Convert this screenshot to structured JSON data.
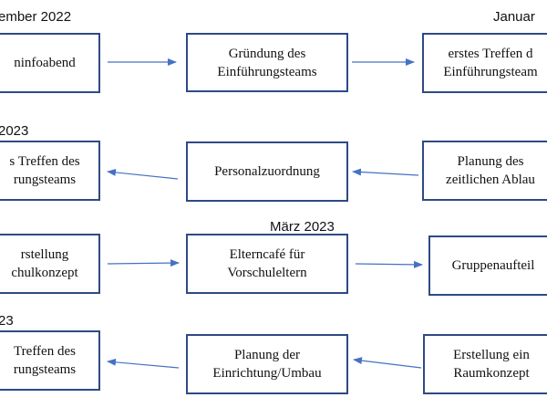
{
  "dates": {
    "row1_left": "ember 2022",
    "row1_right": "Januar",
    "row2_left": "2023",
    "row3_mid": "März 2023",
    "row4_left": "23"
  },
  "boxes": {
    "r1c1": [
      "ninfoabend"
    ],
    "r1c2": [
      "Gründung des",
      "Einführungsteams"
    ],
    "r1c3": [
      "erstes Treffen d",
      "Einführungsteam"
    ],
    "r2c1": [
      "s Treffen des",
      "rungsteams"
    ],
    "r2c2": [
      "Personalzuordnung"
    ],
    "r2c3": [
      "Planung des",
      "zeitlichen Ablau"
    ],
    "r3c1": [
      "rstellung",
      "chulkonzept"
    ],
    "r3c2": [
      "Elterncafé für",
      "Vorschuleltern"
    ],
    "r3c3": [
      "Gruppenaufteil"
    ],
    "r4c1": [
      "Treffen des",
      "rungsteams"
    ],
    "r4c2": [
      "Planung der",
      "Einrichtung/Umbau"
    ],
    "r4c3": [
      "Erstellung ein",
      "Raumkonzept"
    ]
  },
  "colors": {
    "box_border": "#2e4a86",
    "arrow": "#4472c4"
  }
}
